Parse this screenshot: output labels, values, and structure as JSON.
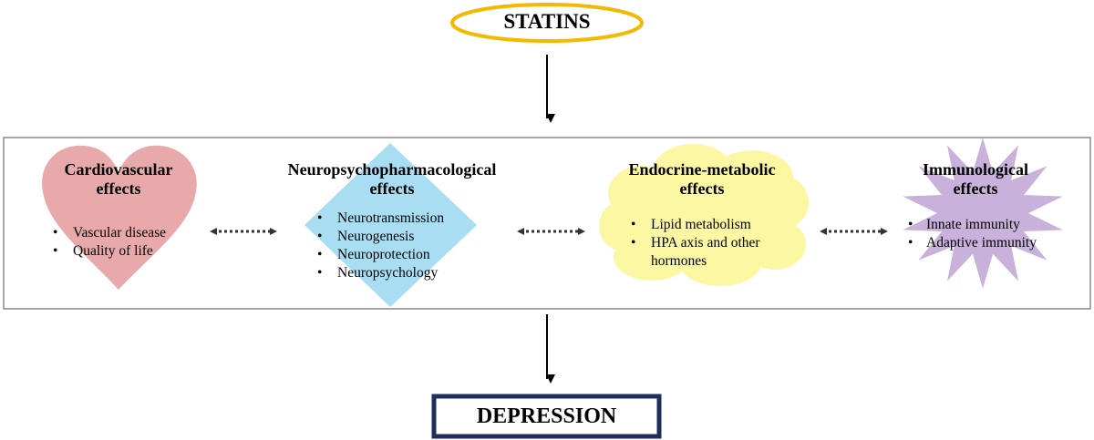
{
  "top_node": {
    "label": "STATINS",
    "color": "#f5b800"
  },
  "bottom_node": {
    "label": "DEPRESSION",
    "color": "#1f2e5c"
  },
  "effects": [
    {
      "title_1": "Cardiovascular",
      "title_2": "effects",
      "color": "#e8a9ab",
      "shape": "heart-shape",
      "items": [
        "Vascular disease",
        "Quality of life"
      ]
    },
    {
      "title_1": "Neuropsychopharmacological",
      "title_2": "effects",
      "color": "#a9ddf2",
      "shape": "diamond-shape",
      "items": [
        "Neurotransmission",
        "Neurogenesis",
        "Neuroprotection",
        "Neuropsychology"
      ]
    },
    {
      "title_1": "Endocrine-metabolic",
      "title_2": "effects",
      "color": "#fbf7a3",
      "shape": "cloud-shape",
      "items": [
        "Lipid metabolism",
        "HPA axis and other",
        "hormones"
      ]
    },
    {
      "title_1": "Immunological",
      "title_2": "effects",
      "color": "#c8b1db",
      "shape": "starburst-shape",
      "items": [
        "Innate immunity",
        "Adaptive immunity"
      ]
    }
  ]
}
